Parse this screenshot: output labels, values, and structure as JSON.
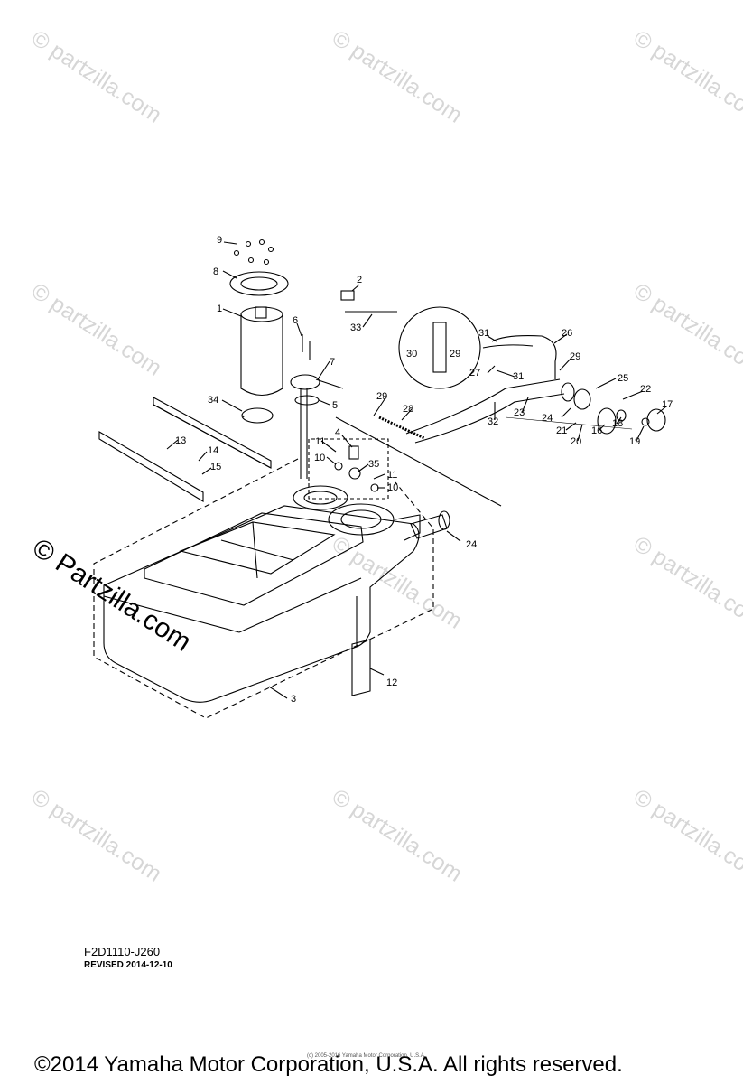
{
  "watermark": "© partzilla.com",
  "watermark_large": "© Partzilla.com",
  "callouts": [
    "1",
    "2",
    "3",
    "4",
    "5",
    "6",
    "7",
    "8",
    "9",
    "10",
    "10",
    "11",
    "11",
    "12",
    "13",
    "14",
    "15",
    "16",
    "17",
    "18",
    "19",
    "20",
    "21",
    "22",
    "23",
    "24",
    "24",
    "25",
    "26",
    "27",
    "28",
    "29",
    "29",
    "29",
    "30",
    "31",
    "31",
    "32",
    "33",
    "34",
    "35"
  ],
  "diagram_code": "F2D1110-J260",
  "revision": "REVISED 2014-12-10",
  "tiny_credit": "(c) 2005-2016 Yamaha Motor Corporation, U.S.A.",
  "copyright": "©2014 Yamaha Motor Corporation, U.S.A. All rights reserved."
}
